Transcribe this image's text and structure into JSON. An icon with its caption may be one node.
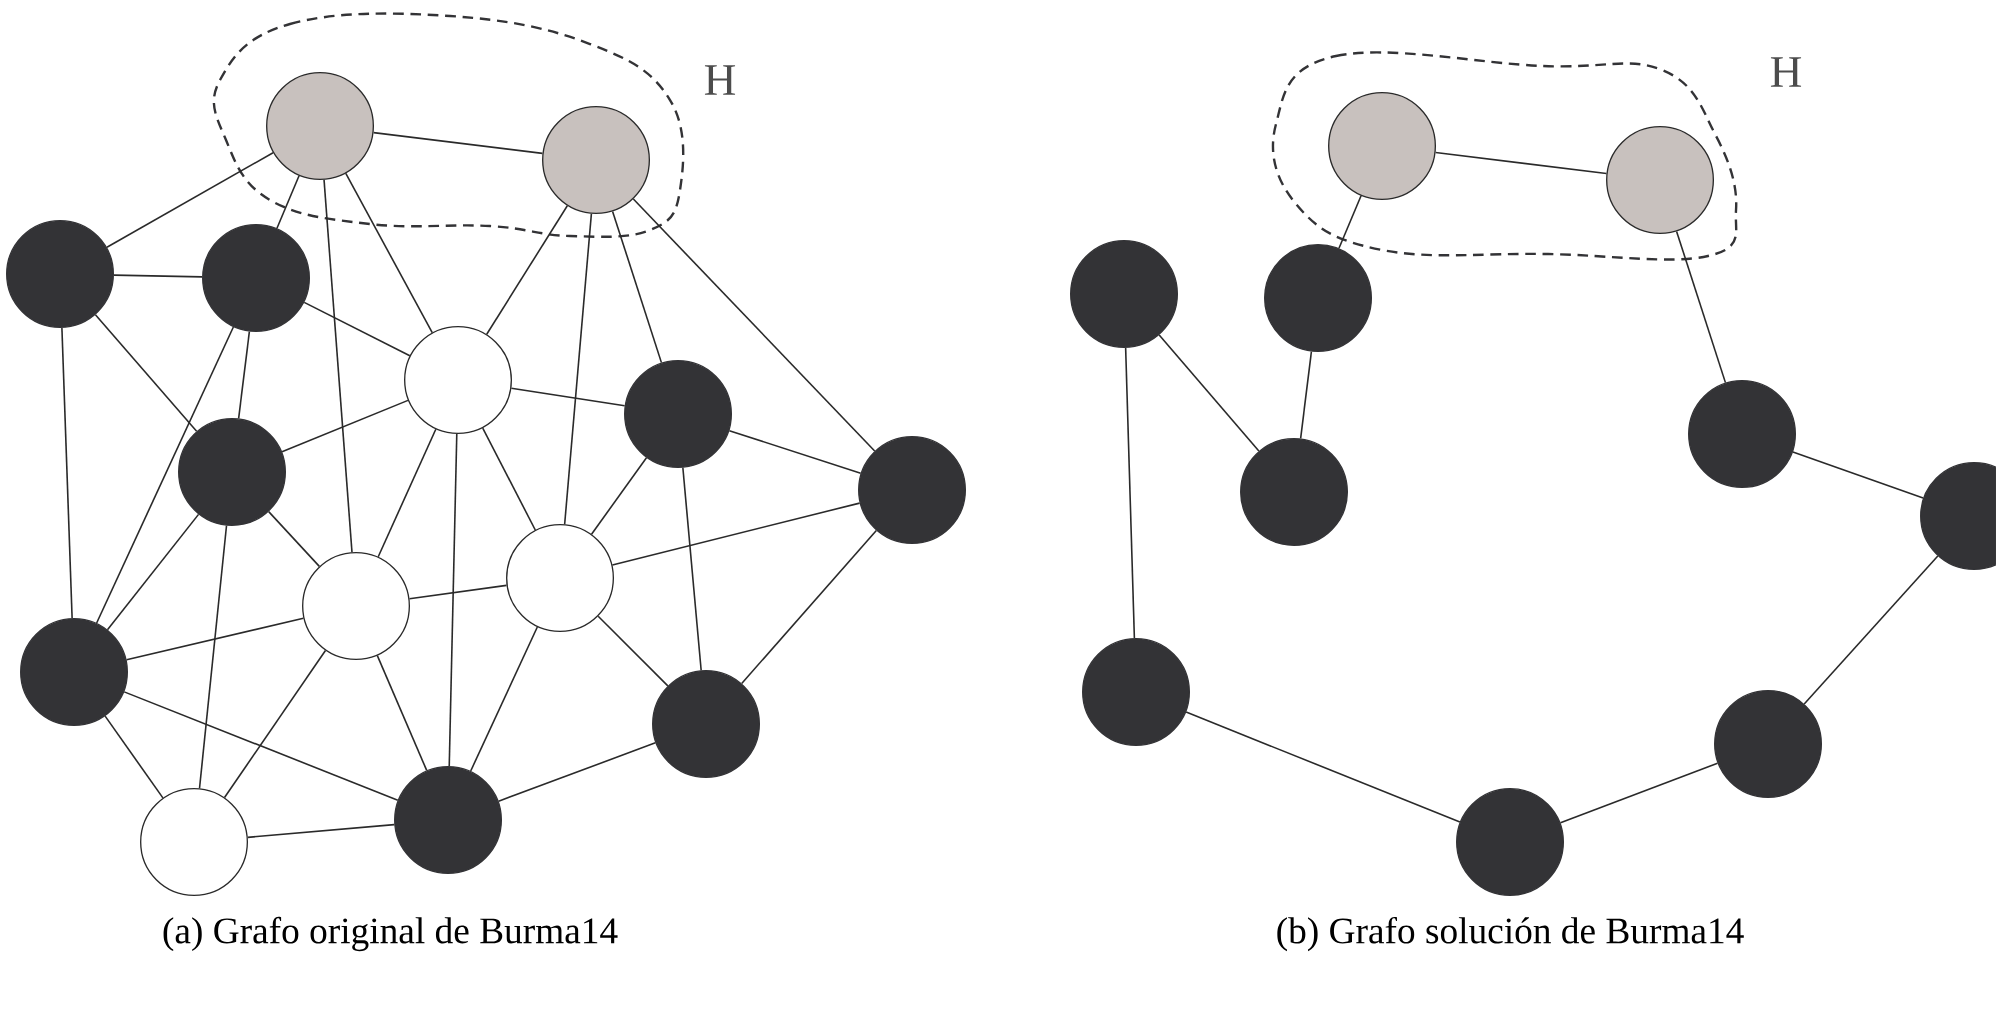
{
  "diagram": {
    "nodes": [
      {
        "text": [
          "H"
        ]
      },
      {
        "text": [],
        "shape": "circle",
        "in": 0
      },
      {
        "text": [],
        "shape": "circle",
        "in": 0
      },
      {
        "text": [],
        "shape": "circle"
      },
      {
        "text": [],
        "shape": "circle"
      },
      {
        "text": [],
        "shape": "circle"
      },
      {
        "text": [],
        "shape": "circle"
      },
      {
        "text": [],
        "shape": "circle"
      },
      {
        "text": [],
        "shape": "circle"
      },
      {
        "text": [],
        "shape": "circle"
      },
      {
        "text": [],
        "shape": "circle"
      },
      {
        "text": [],
        "shape": "circle"
      },
      {
        "text": [],
        "shape": "circle"
      },
      {
        "text": [],
        "shape": "circle"
      },
      {
        "text": [],
        "shape": "circle"
      },
      {
        "text": [
          "H"
        ]
      },
      {
        "text": [],
        "shape": "circle",
        "in": 15
      },
      {
        "text": [],
        "shape": "circle",
        "in": 15
      },
      {
        "text": [],
        "shape": "circle"
      },
      {
        "text": [],
        "shape": "circle"
      },
      {
        "text": [],
        "shape": "circle"
      },
      {
        "text": [],
        "shape": "circle"
      },
      {
        "text": [],
        "shape": "circle"
      },
      {
        "text": [],
        "shape": "circle"
      },
      {
        "text": [],
        "shape": "circle"
      },
      {
        "text": [],
        "shape": "circle"
      }
    ],
    "edges": [
      {
        "from": 1,
        "to": 2,
        "arrow": "none"
      },
      {
        "from": 1,
        "to": 3,
        "arrow": "none"
      },
      {
        "from": 1,
        "to": 4,
        "arrow": "none"
      },
      {
        "from": 1,
        "to": 5,
        "arrow": "none"
      },
      {
        "from": 1,
        "to": 9,
        "arrow": "none"
      },
      {
        "from": 2,
        "to": 5,
        "arrow": "none"
      },
      {
        "from": 2,
        "to": 6,
        "arrow": "none"
      },
      {
        "from": 2,
        "to": 7,
        "arrow": "none"
      },
      {
        "from": 2,
        "to": 10,
        "arrow": "none"
      },
      {
        "from": 3,
        "to": 4,
        "arrow": "none"
      },
      {
        "from": 3,
        "to": 8,
        "arrow": "none"
      },
      {
        "from": 3,
        "to": 11,
        "arrow": "none"
      },
      {
        "from": 4,
        "to": 5,
        "arrow": "none"
      },
      {
        "from": 4,
        "to": 8,
        "arrow": "none"
      },
      {
        "from": 4,
        "to": 11,
        "arrow": "none"
      },
      {
        "from": 5,
        "to": 6,
        "arrow": "none"
      },
      {
        "from": 5,
        "to": 8,
        "arrow": "none"
      },
      {
        "from": 5,
        "to": 9,
        "arrow": "none"
      },
      {
        "from": 5,
        "to": 10,
        "arrow": "none"
      },
      {
        "from": 5,
        "to": 13,
        "arrow": "none"
      },
      {
        "from": 6,
        "to": 7,
        "arrow": "none"
      },
      {
        "from": 6,
        "to": 10,
        "arrow": "none"
      },
      {
        "from": 6,
        "to": 12,
        "arrow": "none"
      },
      {
        "from": 7,
        "to": 10,
        "arrow": "none"
      },
      {
        "from": 7,
        "to": 12,
        "arrow": "none"
      },
      {
        "from": 8,
        "to": 9,
        "arrow": "none"
      },
      {
        "from": 8,
        "to": 11,
        "arrow": "none"
      },
      {
        "from": 8,
        "to": 14,
        "arrow": "none"
      },
      {
        "from": 9,
        "to": 10,
        "arrow": "none"
      },
      {
        "from": 9,
        "to": 11,
        "arrow": "none"
      },
      {
        "from": 9,
        "to": 13,
        "arrow": "none"
      },
      {
        "from": 9,
        "to": 14,
        "arrow": "none"
      },
      {
        "from": 10,
        "to": 12,
        "arrow": "none"
      },
      {
        "from": 10,
        "to": 13,
        "arrow": "none"
      },
      {
        "from": 11,
        "to": 13,
        "arrow": "none"
      },
      {
        "from": 11,
        "to": 14,
        "arrow": "none"
      },
      {
        "from": 12,
        "to": 13,
        "arrow": "none"
      },
      {
        "from": 14,
        "to": 13,
        "arrow": "none"
      },
      {
        "from": 16,
        "to": 17,
        "arrow": "none"
      },
      {
        "from": 16,
        "to": 19,
        "arrow": "none"
      },
      {
        "from": 19,
        "to": 22,
        "arrow": "none"
      },
      {
        "from": 18,
        "to": 22,
        "arrow": "none"
      },
      {
        "from": 18,
        "to": 23,
        "arrow": "none"
      },
      {
        "from": 23,
        "to": 25,
        "arrow": "none"
      },
      {
        "from": 25,
        "to": 24,
        "arrow": "none"
      },
      {
        "from": 24,
        "to": 21,
        "arrow": "none"
      },
      {
        "from": 21,
        "to": 20,
        "arrow": "none"
      },
      {
        "from": 20,
        "to": 17,
        "arrow": "none"
      }
    ],
    "labels": [
      "(a) Grafo original de Burma14",
      "(b) Grafo solución de Burma14"
    ]
  }
}
